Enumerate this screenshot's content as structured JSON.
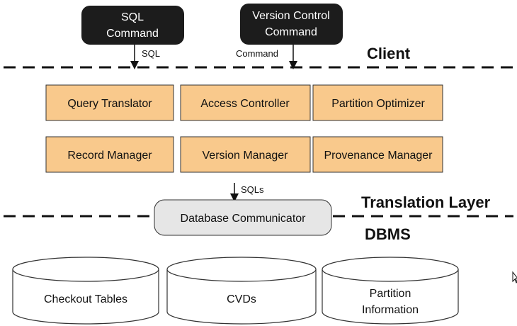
{
  "colors": {
    "command_fill": "#1c1c1c",
    "module_fill": "#f9c98c",
    "module_stroke": "#333333",
    "communicator_fill": "#e6e6e6",
    "database_fill": "#ffffff",
    "line": "#111111"
  },
  "commands": {
    "sql": {
      "line1": "SQL",
      "line2": "Command",
      "arrow_label": "SQL"
    },
    "version_control": {
      "line1": "Version Control",
      "line2": "Command",
      "arrow_label": "Command"
    }
  },
  "layers": {
    "client": "Client",
    "translation": "Translation Layer",
    "dbms": "DBMS"
  },
  "modules": {
    "row1": [
      "Query Translator",
      "Access Controller",
      "Partition Optimizer"
    ],
    "row2": [
      "Record Manager",
      "Version Manager",
      "Provenance Manager"
    ]
  },
  "communicator": {
    "label": "Database Communicator",
    "arrow_label": "SQLs"
  },
  "databases": [
    {
      "line1": "Checkout Tables",
      "line2": ""
    },
    {
      "line1": "CVDs",
      "line2": ""
    },
    {
      "line1": "Partition",
      "line2": "Information"
    }
  ],
  "cursor": "mouse-pointer-icon"
}
